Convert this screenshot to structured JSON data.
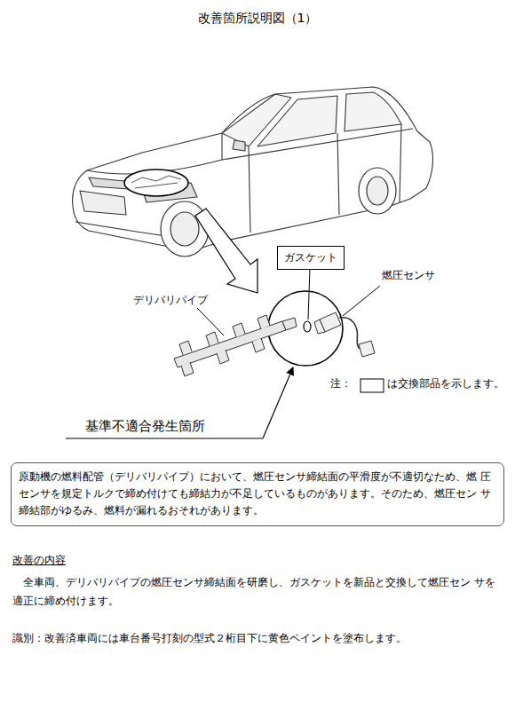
{
  "diagram": {
    "title": "改善箇所説明図（1）",
    "nodes": [
      {
        "text": [
          "ガスケット"
        ]
      },
      {
        "text": [
          "原動機の燃料配管（デリバリパイプ）において、燃圧センサ締結面の平滑度が不適切なため、燃 圧センサを規定トルクで締め付けても締結力が不足しているものがあります。そのため、燃圧セン サ締結部がゆるみ、燃料が漏れるおそれがあります。"
        ]
      }
    ],
    "labels": [
      "燃圧センサ",
      "デリバリパイプ",
      "注：",
      "は交換部品を示します。",
      "基準不適合発生箇所",
      "改善の内容",
      "全車両、デリバリパイプの燃圧センサ締結面を研磨し、ガスケットを新品と交換して燃圧セン サを適正に締め付けます。",
      "識別：改善済車両には車台番号打刻の型式２桁目下に黄色ペイントを塗布します。"
    ]
  }
}
